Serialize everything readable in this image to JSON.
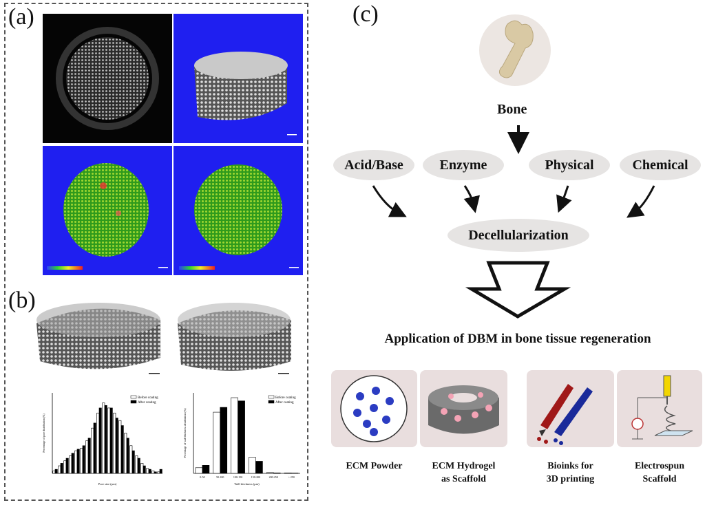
{
  "panels": {
    "a_label": "(a)",
    "b_label": "(b)",
    "c_label": "(c)"
  },
  "flow": {
    "bone": "Bone",
    "methods": [
      "Acid/Base",
      "Enzyme",
      "Physical",
      "Chemical"
    ],
    "decellularization": "Decellularization",
    "application_title": "Application of DBM in bone tissue regeneration",
    "applications": [
      {
        "line1": "ECM Powder",
        "line2": ""
      },
      {
        "line1": "ECM Hydrogel",
        "line2": "as Scaffold"
      },
      {
        "line1": "Bioinks for",
        "line2": "3D printing"
      },
      {
        "line1": "Electrospun",
        "line2": "Scaffold"
      }
    ]
  },
  "chart_data": [
    {
      "type": "bar",
      "ylabel": "Percentage of pore distribution (%)",
      "xlabel": "Pore size (μm)",
      "ylim": [
        0,
        16
      ],
      "legend": [
        "Before coating",
        "After coating"
      ],
      "legend_position": "top-right",
      "series": [
        {
          "name": "Before coating",
          "values": [
            0.5,
            1.5,
            2.5,
            3.5,
            4.5,
            5,
            6.5,
            9,
            12,
            14,
            13,
            12,
            10.5,
            8,
            5.5,
            3.5,
            2,
            1,
            0.5,
            0.3
          ]
        },
        {
          "name": "After coating",
          "values": [
            0.8,
            2,
            3,
            4,
            4.8,
            5.5,
            7,
            10,
            13,
            13.5,
            13,
            11,
            9.5,
            7,
            4.5,
            3,
            1.5,
            0.8,
            0.3,
            0.8
          ]
        }
      ]
    },
    {
      "type": "bar",
      "ylabel": "Percentage of wall thickness distribution (%)",
      "xlabel": "Wall thickness (μm)",
      "ylim": [
        0,
        50
      ],
      "legend": [
        "Before coating",
        "After coating"
      ],
      "legend_position": "top-right",
      "categories": [
        "0-50",
        "50-100",
        "100-150",
        "150-200",
        "200-250",
        "> 250"
      ],
      "series": [
        {
          "name": "Before coating",
          "values": [
            3.5,
            38,
            47,
            10,
            0.5,
            0.3
          ]
        },
        {
          "name": "After coating",
          "values": [
            5,
            41,
            45,
            7.5,
            0.3,
            0.2
          ]
        }
      ]
    }
  ],
  "colors": {
    "blue_bg": "#1f1ff0",
    "oval_fill": "#e6e4e3",
    "card_fill": "#e9dede",
    "arrow": "#111111"
  }
}
